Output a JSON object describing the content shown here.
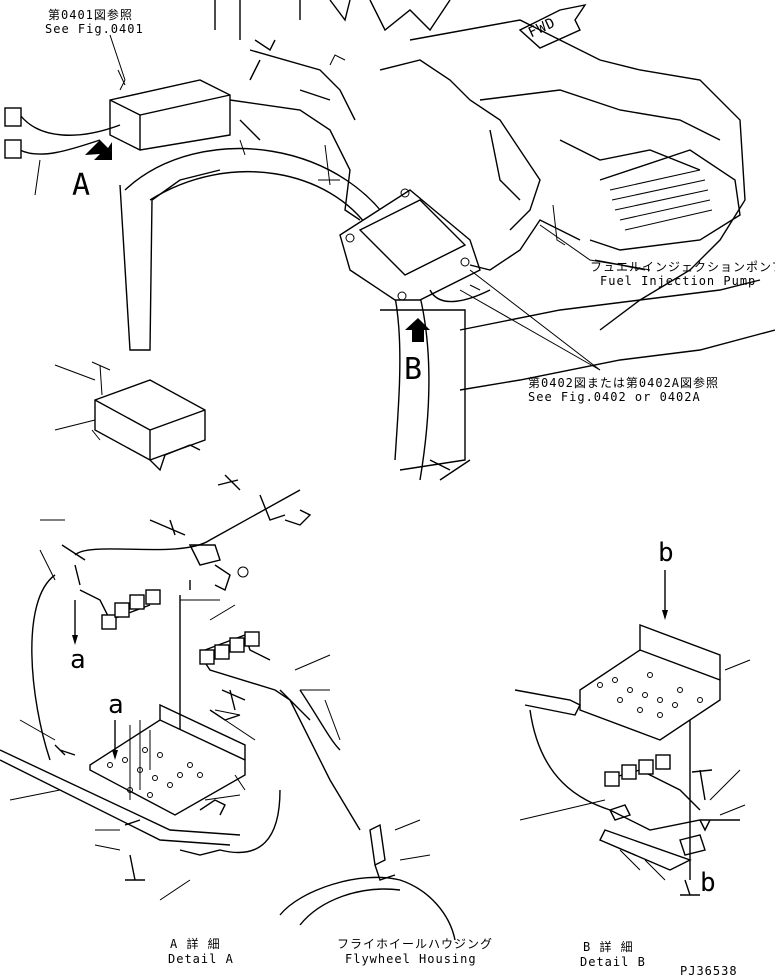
{
  "references": {
    "fig_0401_jp": "第0401図参照",
    "fig_0401_en": "See Fig.0401",
    "fig_0402_jp": "第0402図または第0402A図参照",
    "fig_0402_en": "See Fig.0402 or 0402A"
  },
  "parts": {
    "injection_pump_jp": "フュエルインジェクションポンプ",
    "injection_pump_en": "Fuel Injection Pump",
    "flywheel_housing_jp": "フライホイールハウジング",
    "flywheel_housing_en": "Flywheel Housing"
  },
  "detail_letters": {
    "a_main": "A",
    "b_main": "B",
    "fwd": "FWD"
  },
  "details": {
    "a_jp": "A 詳 細",
    "a_en": "Detail A",
    "b_jp": "B 詳 細",
    "b_en": "Detail B"
  },
  "callouts": {
    "a_lower": "a",
    "a_mid": "a",
    "b_upper": "b",
    "b_lower": "b"
  },
  "drawing_number": "PJ36538"
}
